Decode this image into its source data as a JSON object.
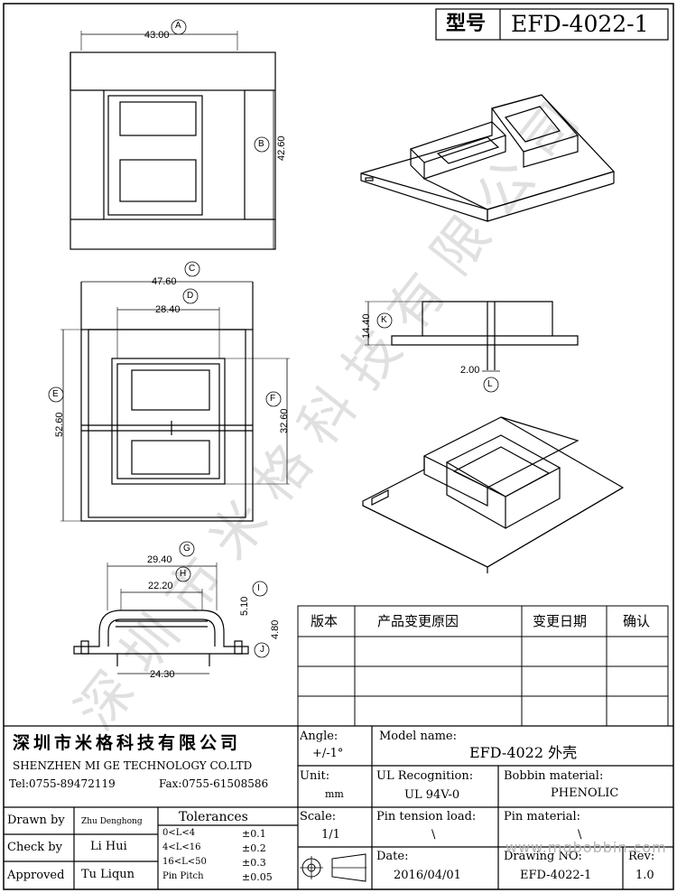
{
  "header": {
    "model_label": "型号",
    "model_value": "EFD-4022-1"
  },
  "watermark": "深圳市米格科技有限公司",
  "dims": {
    "a_val": "43.00",
    "a": "A",
    "b_val": "42.60",
    "b": "B",
    "c_val": "47.60",
    "c": "C",
    "d_val": "28.40",
    "d": "D",
    "e_val": "52.60",
    "e": "E",
    "f_val": "32.60",
    "f": "F",
    "g_val": "29.40",
    "g": "G",
    "h_val": "22.20",
    "h": "H",
    "i_val": "5.10",
    "i": "I",
    "j_val": "4.80",
    "j": "J",
    "k_val": "14.40",
    "k": "K",
    "l_val": "2.00",
    "l": "L",
    "bottom_val": "24.30"
  },
  "revision_table": {
    "headers": [
      "版本",
      "产品变更原因",
      "变更日期",
      "确认"
    ]
  },
  "company": {
    "name_cn": "深圳市米格科技有限公司",
    "name_en": "SHENZHEN  MI GE TECHNOLOGY  CO.LTD",
    "tel": "Tel:0755-89472119",
    "fax": "Fax:0755-61508586"
  },
  "title_block": {
    "angle_label": "Angle:",
    "angle_value": "+/-1°",
    "unit_label": "Unit:",
    "unit_value": "mm",
    "scale_label": "Scale:",
    "scale_value": "1/1",
    "model_name_label": "Model name:",
    "model_name_value": "EFD-4022 外壳",
    "ul_label": "UL Recognition:",
    "ul_value": "UL 94V-0",
    "bobbin_label": "Bobbin material:",
    "bobbin_value": "PHENOLIC",
    "pin_tension_label": "Pin tension load:",
    "pin_tension_value": "\\",
    "pin_material_label": "Pin material:",
    "pin_material_value": "\\",
    "date_label": "Date:",
    "date_value": "2016/04/01",
    "drawing_label": "Drawing NO:",
    "drawing_value": "EFD-4022-1",
    "rev_label": "Rev:",
    "rev_value": "1.0",
    "website": "www.mgbobbin.com"
  },
  "signoff": {
    "drawn_label": "Drawn by",
    "drawn_value": "Zhu Denghong",
    "check_label": "Check by",
    "check_value": "Li Hui",
    "approved_label": "Approved",
    "approved_value": "Tu Liqun"
  },
  "tolerances": {
    "title": "Tolerances",
    "rows": [
      {
        "range": "0<L<4",
        "value": "±0.1"
      },
      {
        "range": "4<L<16",
        "value": "±0.2"
      },
      {
        "range": "16<L<50",
        "value": "±0.3"
      },
      {
        "range": "Pin Pitch",
        "value": "±0.05"
      }
    ]
  }
}
